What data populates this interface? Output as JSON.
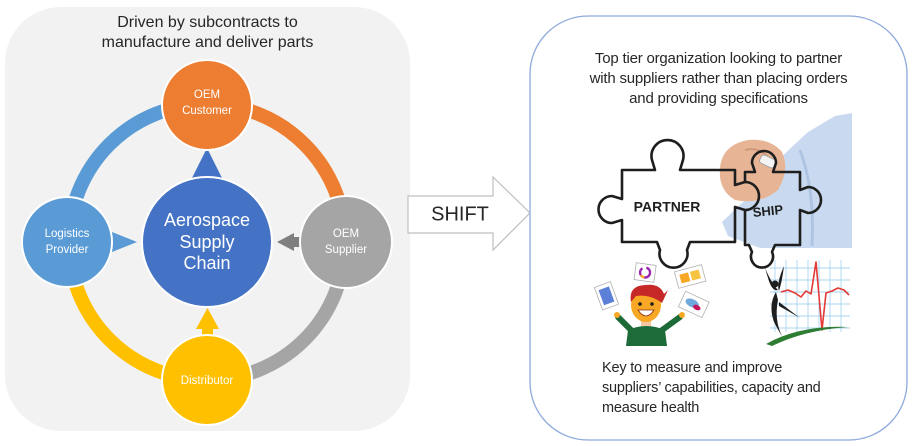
{
  "left_panel": {
    "title_lines": [
      "Driven by subcontracts to",
      "manufacture and deliver parts"
    ],
    "hub": {
      "lines": [
        "Aerospace",
        "Supply",
        "Chain"
      ],
      "color": "#4472C4"
    },
    "nodes": {
      "oem_customer": {
        "lines": [
          "OEM",
          "Customer"
        ],
        "color": "#ED7D31"
      },
      "oem_supplier": {
        "lines": [
          "OEM",
          "Supplier"
        ],
        "color": "#A5A5A5"
      },
      "distributor": {
        "lines": [
          "Distributor"
        ],
        "color": "#FFC000"
      },
      "logistics_provider": {
        "lines": [
          "Logistics",
          "Provider"
        ],
        "color": "#5B9BD5"
      }
    },
    "background_color": "#F2F2F2"
  },
  "shift_arrow": {
    "label": "SHIFT"
  },
  "right_panel": {
    "title_lines": [
      "Top tier organization looking to partner",
      "with suppliers rather than placing orders",
      "and providing specifications"
    ],
    "partnership_image": {
      "words": [
        "PARTNER",
        "SHIP"
      ]
    },
    "footer_lines": [
      "Key to measure and improve",
      "suppliers’ capabilities, capacity and",
      "measure health"
    ],
    "border_color": "#8FAADC"
  }
}
